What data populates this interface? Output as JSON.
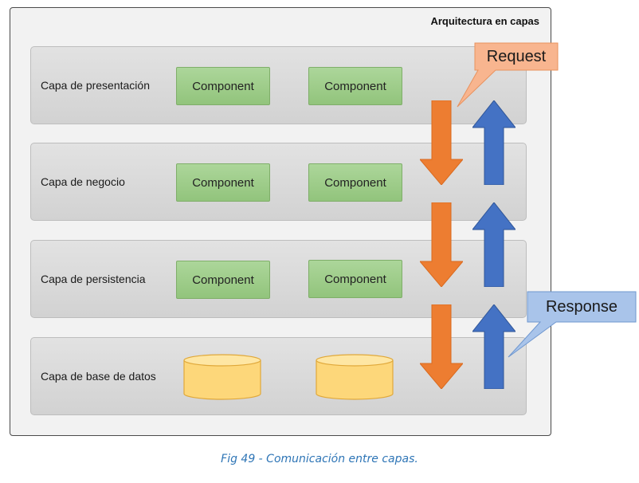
{
  "diagram": {
    "title": "Arquitectura en capas",
    "layers": [
      {
        "label": "Capa de presentación",
        "components": [
          "Component",
          "Component"
        ]
      },
      {
        "label": "Capa de negocio",
        "components": [
          "Component",
          "Component"
        ]
      },
      {
        "label": "Capa de persistencia",
        "components": [
          "Component",
          "Component"
        ]
      },
      {
        "label": "Capa de base de datos",
        "components": []
      }
    ],
    "request_label": "Request",
    "response_label": "Response",
    "colors": {
      "component_fill": "#9ecb88",
      "database_fill": "#fdd77a",
      "down_arrow": "#ed7d31",
      "up_arrow": "#4472c4",
      "request_callout": "#f8b58f",
      "response_callout": "#a9c4ea"
    }
  },
  "caption": "Fig 49 - Comunicación entre capas."
}
